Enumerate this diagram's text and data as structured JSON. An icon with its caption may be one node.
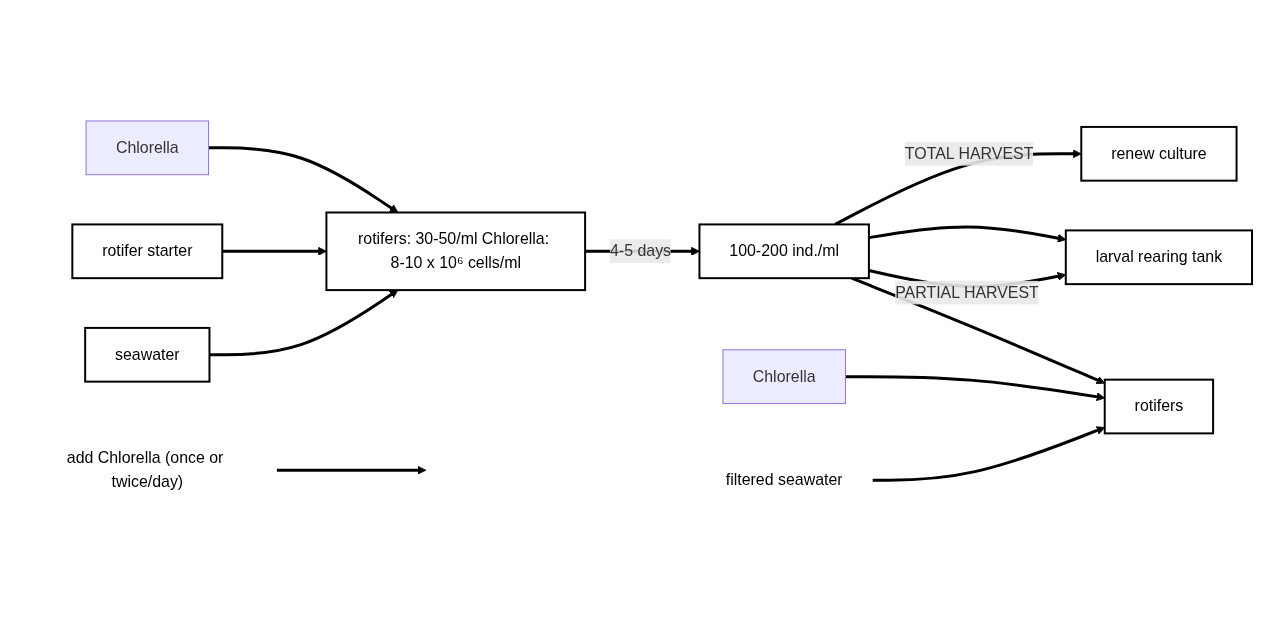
{
  "diagram": {
    "nodes": [
      {
        "text": [
          "Chlorella"
        ]
      },
      {
        "text": [
          "rotifer starter"
        ]
      },
      {
        "text": [
          "seawater"
        ]
      },
      {
        "text": [
          "rotifers: 30-50/ml Chlorella: 8-10 x 10⁶ cells/ml"
        ]
      },
      {
        "text": [
          "add Chlorella (once or twice/day)"
        ]
      },
      {
        "text": [
          "100-200 ind./ml"
        ]
      },
      {
        "text": [
          "renew culture"
        ]
      },
      {
        "text": [
          "larval rearing tank"
        ]
      },
      {
        "text": [
          "Chlorella"
        ]
      },
      {
        "text": [
          "filtered seawater"
        ]
      },
      {
        "text": [
          "rotifers"
        ]
      }
    ],
    "edges": [
      {
        "from": 0,
        "to": 3,
        "arrow": "to"
      },
      {
        "from": 1,
        "to": 3,
        "arrow": "to"
      },
      {
        "from": 2,
        "to": 3,
        "arrow": "to"
      },
      {
        "from": 3,
        "to": 5,
        "label": "4-5 days",
        "arrow": "to"
      },
      {
        "from": 4,
        "to": null,
        "arrow": "to"
      },
      {
        "from": 5,
        "to": 6,
        "label": "TOTAL HARVEST",
        "arrow": "to"
      },
      {
        "from": 5,
        "to": 7,
        "arrow": "to"
      },
      {
        "from": 5,
        "to": 7,
        "label": "PARTIAL HARVEST",
        "arrow": "to"
      },
      {
        "from": 5,
        "to": 10,
        "arrow": "to"
      },
      {
        "from": 8,
        "to": 10,
        "arrow": "to"
      },
      {
        "from": 9,
        "to": 10,
        "arrow": "to"
      }
    ]
  }
}
